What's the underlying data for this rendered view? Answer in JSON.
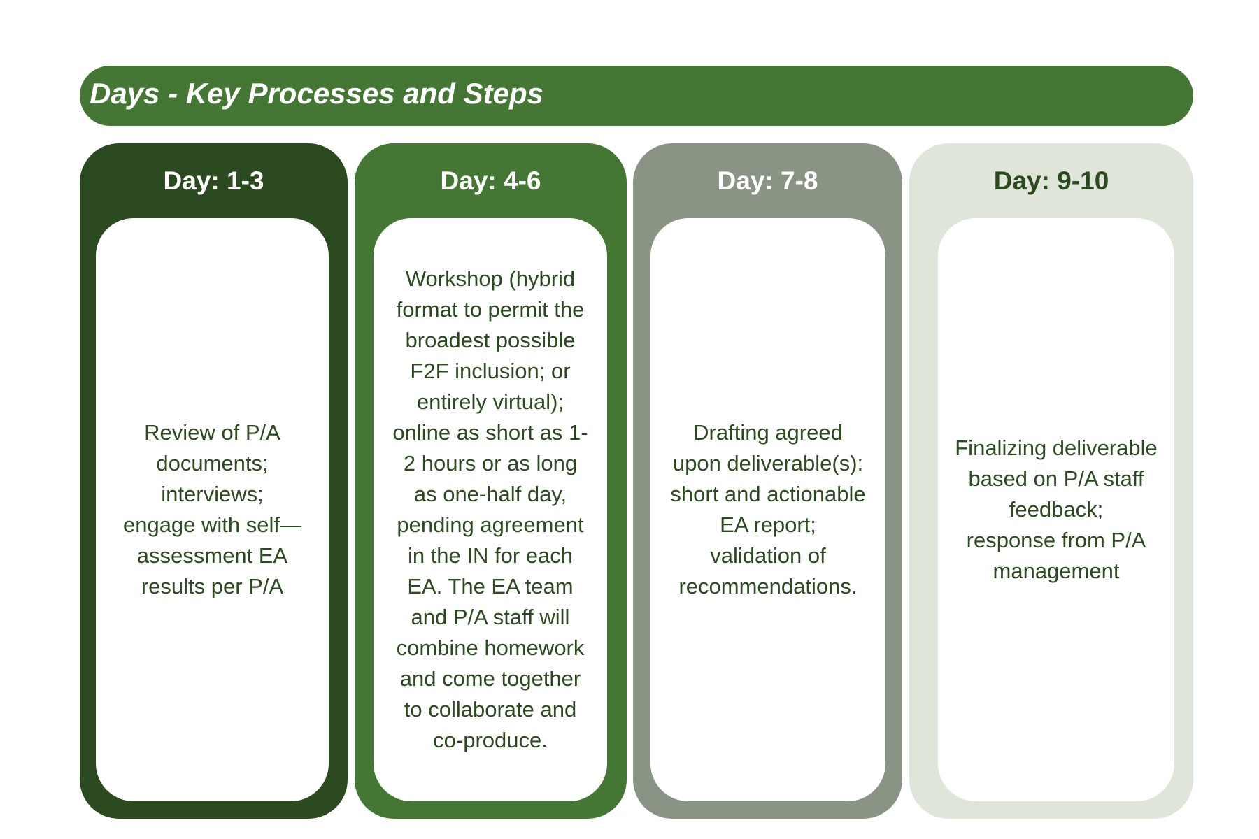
{
  "title": "Days - Key Processes and Steps",
  "colors": {
    "banner": "#447733",
    "column_1": "#2b4a1f",
    "column_2": "#447733",
    "column_3": "#8a9484",
    "column_4": "#dfe6d9",
    "card": "#ffffff",
    "text": "#2b4a1f"
  },
  "columns": [
    {
      "header": "Day: 1-3",
      "text": "Review of P/A\ndocuments;\ninterviews;\nengage with self—\nassessment EA\nresults per P/A"
    },
    {
      "header": "Day: 4-6",
      "text": "Workshop (hybrid\nformat to permit the\nbroadest possible\nF2F inclusion; or\nentirely virtual);\nonline as short as 1-\n2 hours or as long\nas one-half day,\npending agreement\nin the IN for each\nEA. The EA team\nand P/A staff will\ncombine homework\nand come together\nto collaborate and\nco-produce."
    },
    {
      "header": "Day: 7-8",
      "text": "Drafting agreed\nupon deliverable(s):\nshort and actionable\nEA report;\nvalidation of\nrecommendations."
    },
    {
      "header": "Day: 9-10",
      "text": "Finalizing deliverable\nbased on P/A staff\nfeedback;\nresponse from P/A\nmanagement"
    }
  ]
}
